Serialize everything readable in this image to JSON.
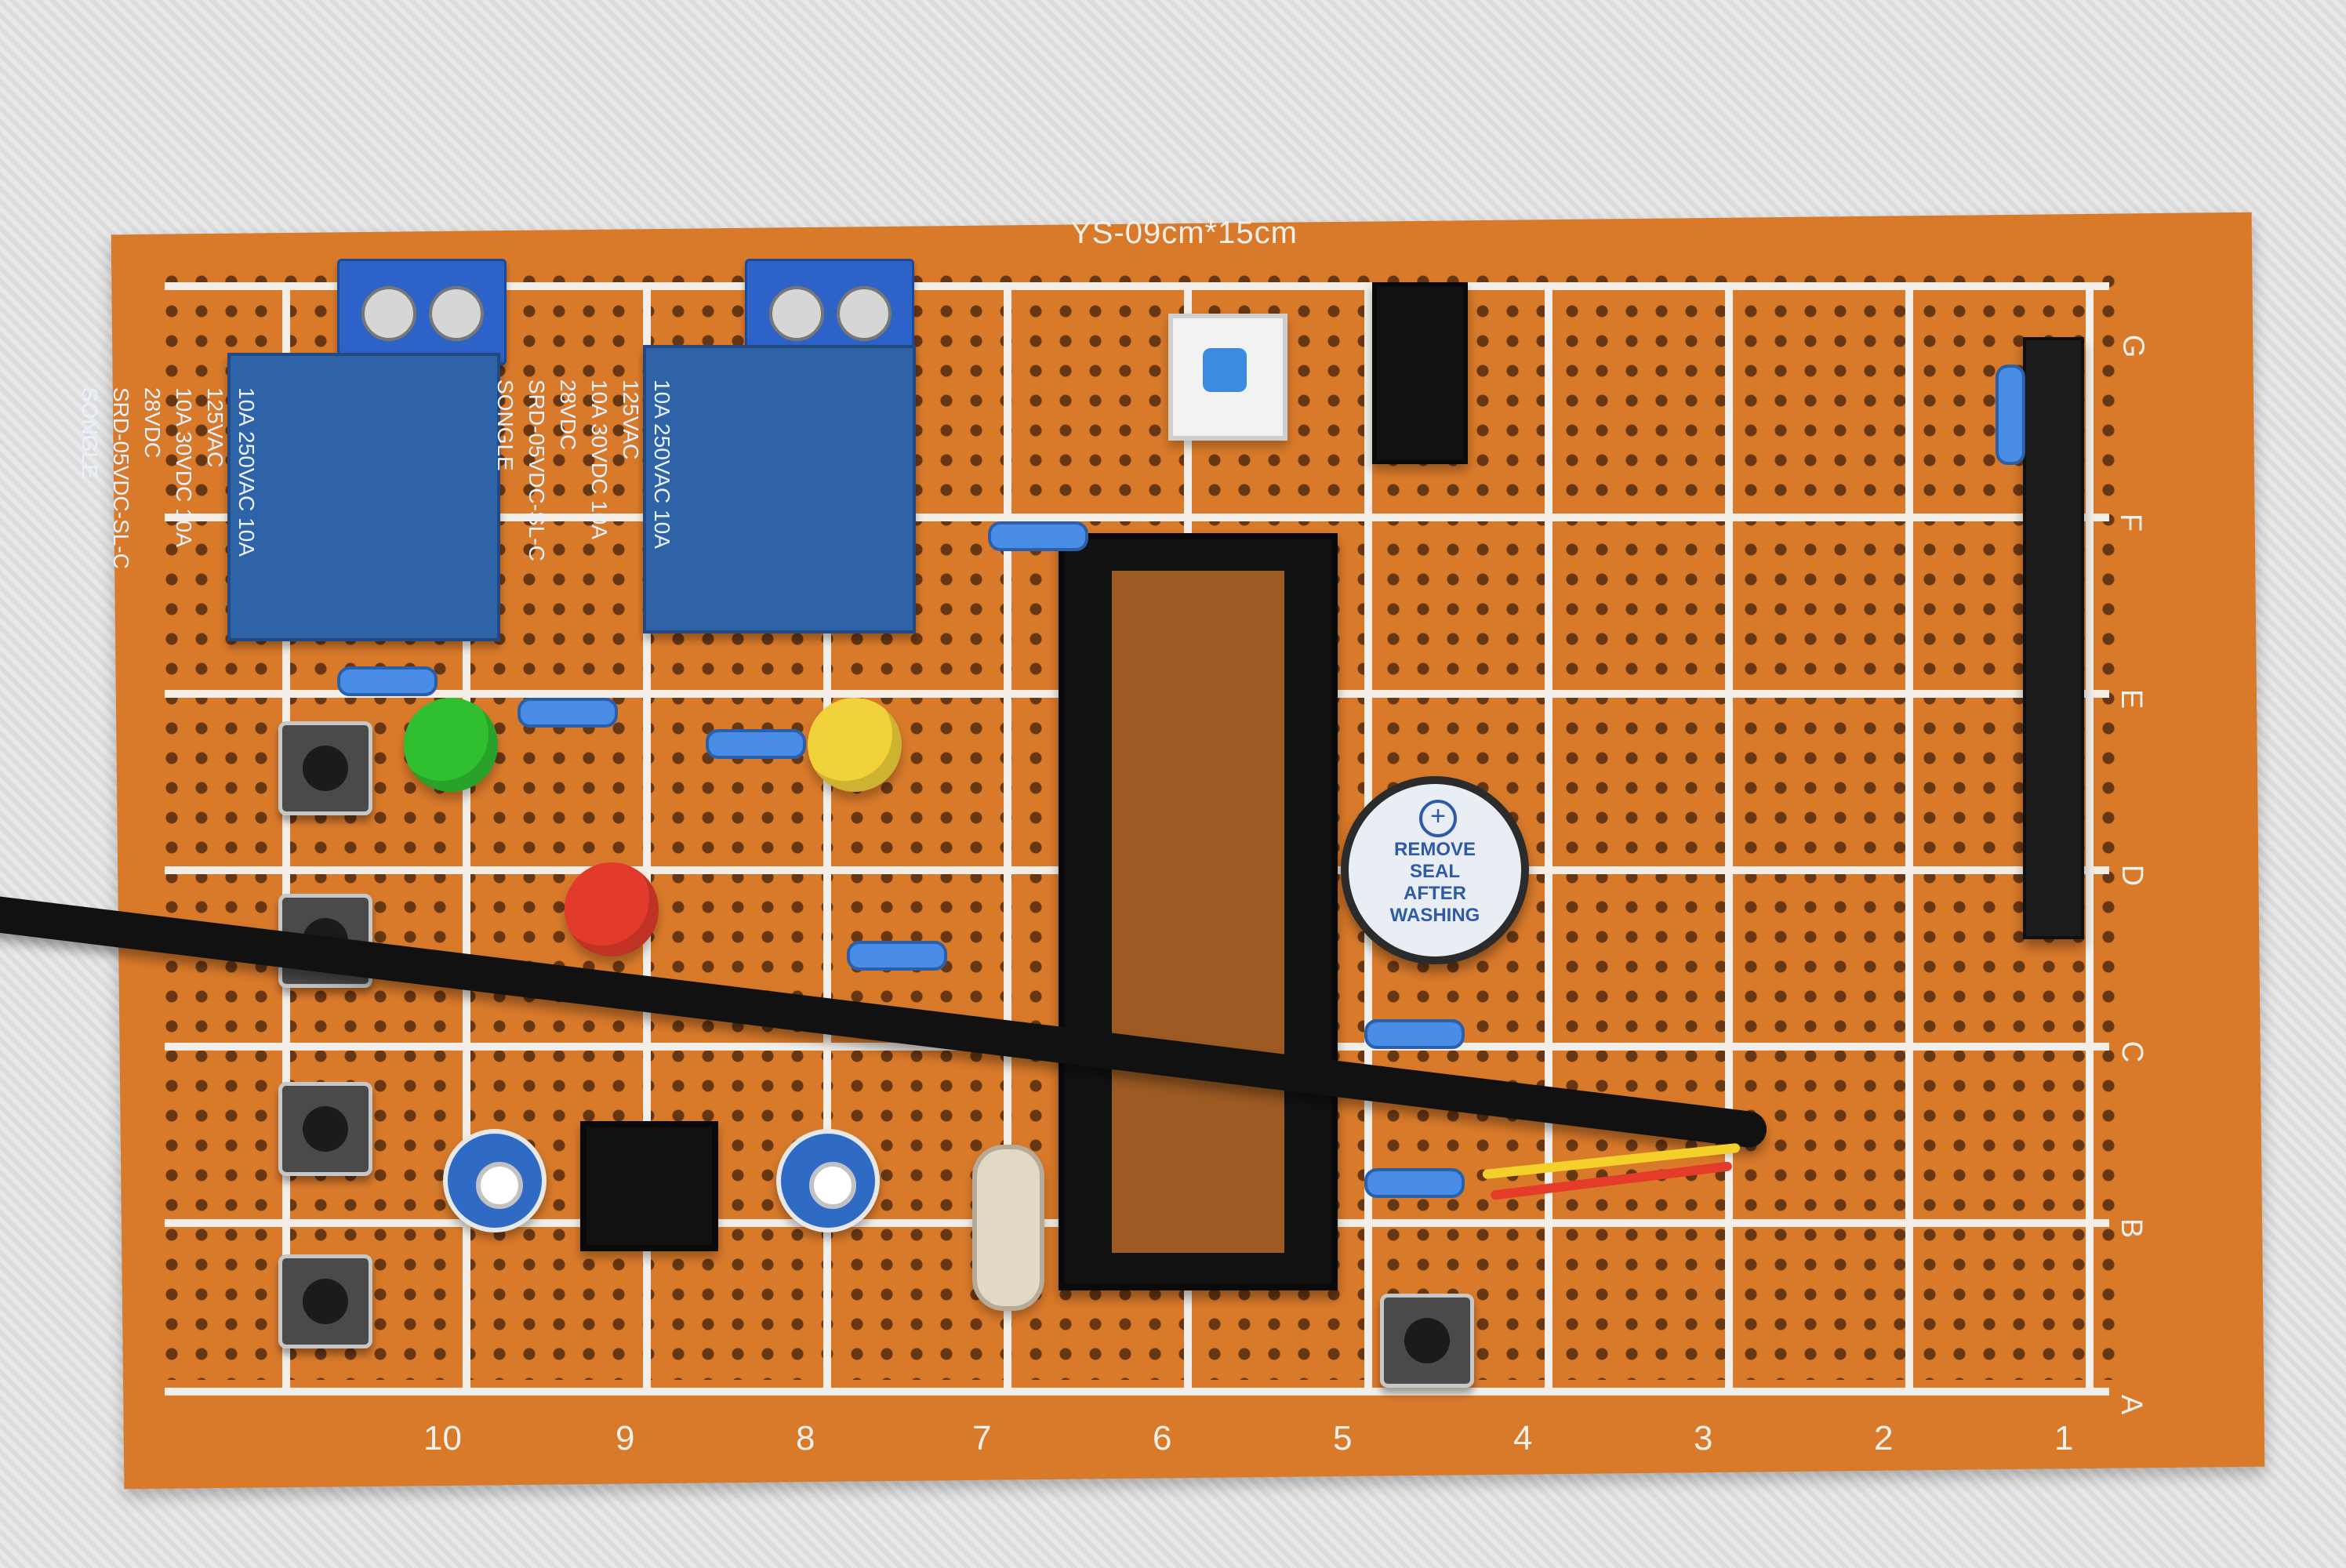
{
  "board": {
    "title": "YS-09cm*15cm",
    "bottom_numbers": [
      "10",
      "9",
      "8",
      "7",
      "6",
      "5",
      "4",
      "3",
      "2",
      "1"
    ],
    "right_letters": [
      "G",
      "F",
      "E",
      "D",
      "C",
      "B",
      "A"
    ]
  },
  "components": {
    "relay_text_lines": [
      "10A 250VAC  10A 125VAC",
      "10A 30VDC  10A 28VDC",
      "SRD-05VDC-SL-C",
      "SONGLE"
    ],
    "buzzer_label": [
      "REMOVE",
      "SEAL",
      "AFTER",
      "WASHING"
    ]
  },
  "colors": {
    "pcb": "#d97a2b",
    "relay": "#2f63a7",
    "led_green": "#2fbf2f",
    "led_yellow": "#f2d23b",
    "led_red": "#e23b2b"
  }
}
